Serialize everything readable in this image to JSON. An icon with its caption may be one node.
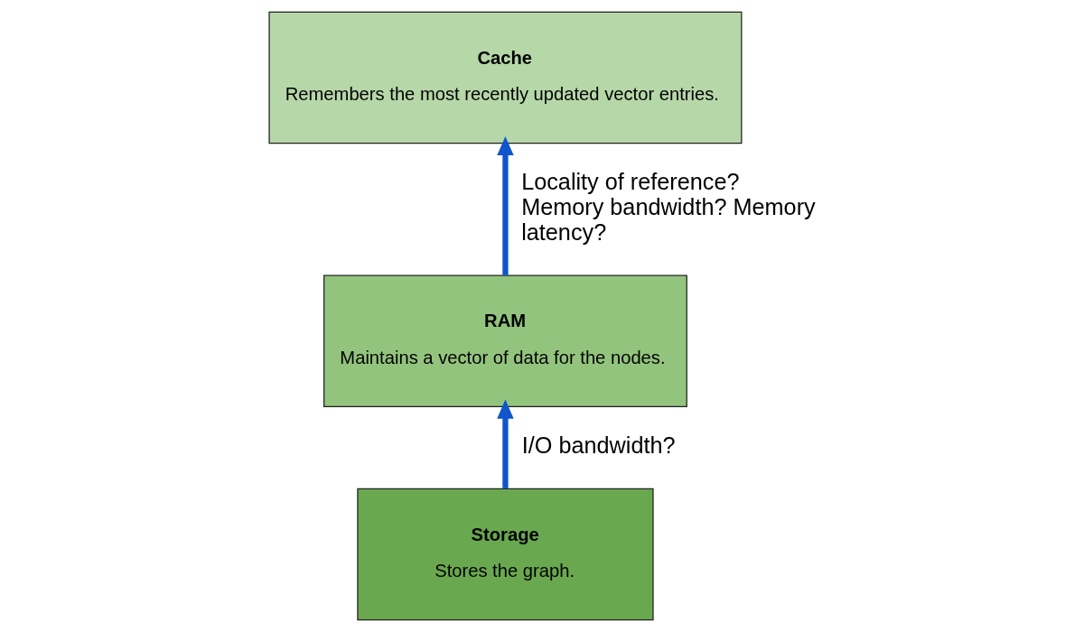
{
  "diagram": {
    "nodes": [
      {
        "text": [
          "Cache",
          "Remembers the most recently updated vector entries."
        ]
      },
      {
        "text": [
          "RAM",
          "Maintains a vector of data for the nodes."
        ]
      },
      {
        "text": [
          "Storage",
          "Stores the graph."
        ]
      }
    ],
    "edges": [
      {
        "from": 1,
        "to": 0,
        "arrow": "to",
        "label": "Locality of reference? Memory bandwidth? Memory latency?"
      },
      {
        "from": 2,
        "to": 1,
        "arrow": "to",
        "label": "I/O bandwidth?"
      }
    ]
  }
}
